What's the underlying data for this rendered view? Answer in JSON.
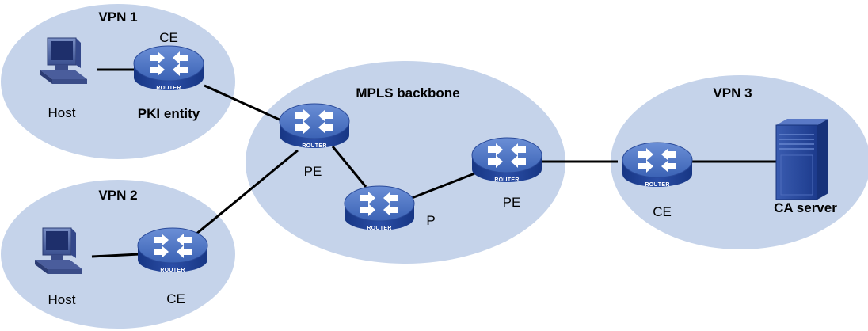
{
  "vpn1": {
    "title": "VPN 1",
    "ce_label": "CE",
    "host_label": "Host",
    "entity_label": "PKI entity"
  },
  "vpn2": {
    "title": "VPN 2",
    "ce_label": "CE",
    "host_label": "Host"
  },
  "vpn3": {
    "title": "VPN 3",
    "ce_label": "CE",
    "server_label": "CA server"
  },
  "backbone": {
    "title": "MPLS backbone",
    "pe_left_label": "PE",
    "p_label": "P",
    "pe_right_label": "PE"
  },
  "router_badge": "ROUTER",
  "colors": {
    "cloud": "#c5d3ea",
    "router_top": "#4a73c0",
    "router_side": "#1d3f93",
    "line": "#000000"
  },
  "icons": [
    "desktop-pc-icon",
    "router-icon",
    "server-tower-icon"
  ]
}
